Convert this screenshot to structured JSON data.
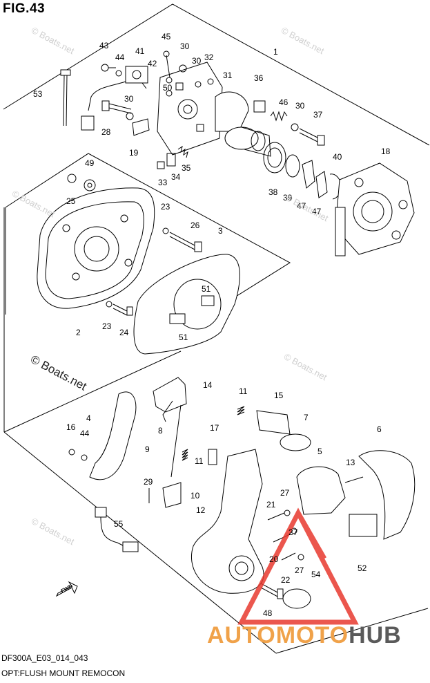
{
  "figure": {
    "title": "FIG.43",
    "code": "DF300A_E03_014_043",
    "description": "OPT:FLUSH MOUNT REMOCON"
  },
  "watermarks": {
    "faint": "© Boats.net",
    "strong": "© Boats.net"
  },
  "logo": {
    "part1": "AUTOMOTO",
    "part2": "HUB",
    "colors": {
      "triangle": "#e8392f",
      "accent": "#f0a24a",
      "dark": "#5a5a5a"
    }
  },
  "fwd_label": "FWD",
  "callouts": [
    "1",
    "2",
    "3",
    "4",
    "5",
    "6",
    "7",
    "8",
    "9",
    "10",
    "11",
    "11",
    "12",
    "13",
    "14",
    "15",
    "16",
    "17",
    "18",
    "19",
    "20",
    "21",
    "22",
    "23",
    "23",
    "24",
    "25",
    "26",
    "27",
    "27",
    "27",
    "28",
    "29",
    "30",
    "30",
    "30",
    "30",
    "31",
    "32",
    "33",
    "34",
    "35",
    "36",
    "37",
    "38",
    "39",
    "40",
    "41",
    "42",
    "43",
    "44",
    "44",
    "45",
    "46",
    "47",
    "47",
    "48",
    "49",
    "50",
    "51",
    "51",
    "52",
    "53",
    "54",
    "55"
  ]
}
